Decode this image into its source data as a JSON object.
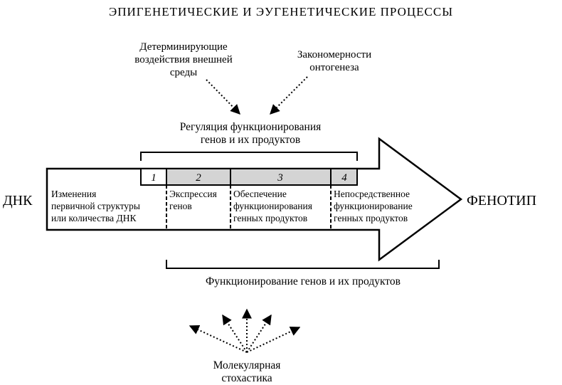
{
  "title": "ЭПИГЕНЕТИЧЕСКИЕ И ЭУГЕНЕТИЧЕСКИЕ ПРОЦЕССЫ",
  "inputs": {
    "external": [
      "Детерминирующие",
      "воздействия внешней",
      "среды"
    ],
    "ontogenesis": [
      "Закономерности",
      "онтогенеза"
    ]
  },
  "regulation_label": [
    "Регуляция функционирования",
    "генов и их продуктов"
  ],
  "dna_label": "ДНК",
  "phenotype_label": "ФЕНОТИП",
  "stages": [
    {
      "number": "1",
      "text": [
        "Изменения",
        "первичной структуры",
        "или количества ДНК"
      ]
    },
    {
      "number": "2",
      "text": [
        "Экспрессия",
        "генов"
      ]
    },
    {
      "number": "3",
      "text": [
        "Обеспечение",
        "функционирования",
        "генных продуктов"
      ]
    },
    {
      "number": "4",
      "text": [
        "Непосредственное",
        "функционирование",
        "генных продуктов"
      ]
    }
  ],
  "functioning_label": "Функционирование генов и их продуктов",
  "stochastics_label": [
    "Молекулярная",
    "стохастика"
  ],
  "colors": {
    "stroke": "#000000",
    "band_fill": "#d4d4d4",
    "background": "#ffffff"
  }
}
